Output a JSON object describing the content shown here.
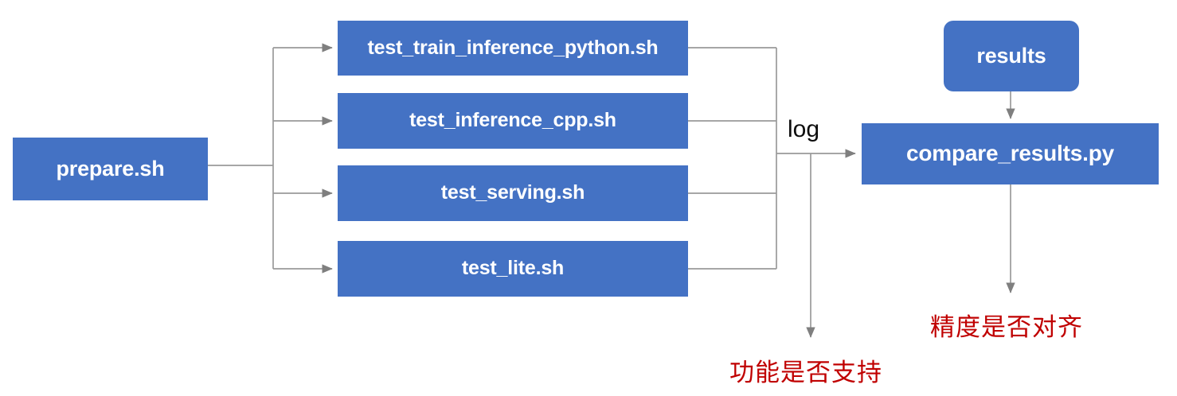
{
  "diagram": {
    "title": "PaddlePaddle TIPC test pipeline",
    "background_color": "#ffffff",
    "node_color": "#4472C4",
    "node_text_color": "#ffffff",
    "edge_color": "#9a9a9a",
    "note_color": "#C00000",
    "label_color": "#0d0d0d"
  },
  "nodes": {
    "prepare": {
      "label": "prepare.sh",
      "shape": "rect"
    },
    "train_python": {
      "label": "test_train_inference_python.sh",
      "shape": "rect"
    },
    "inference_cpp": {
      "label": "test_inference_cpp.sh",
      "shape": "rect"
    },
    "serving": {
      "label": "test_serving.sh",
      "shape": "rect"
    },
    "lite": {
      "label": "test_lite.sh",
      "shape": "rect"
    },
    "results": {
      "label": "results",
      "shape": "rounded-rect"
    },
    "compare": {
      "label": "compare_results.py",
      "shape": "rect"
    }
  },
  "edge_labels": {
    "log": "log"
  },
  "notes": {
    "function_supported": "功能是否支持",
    "accuracy_aligned": "精度是否对齐"
  }
}
